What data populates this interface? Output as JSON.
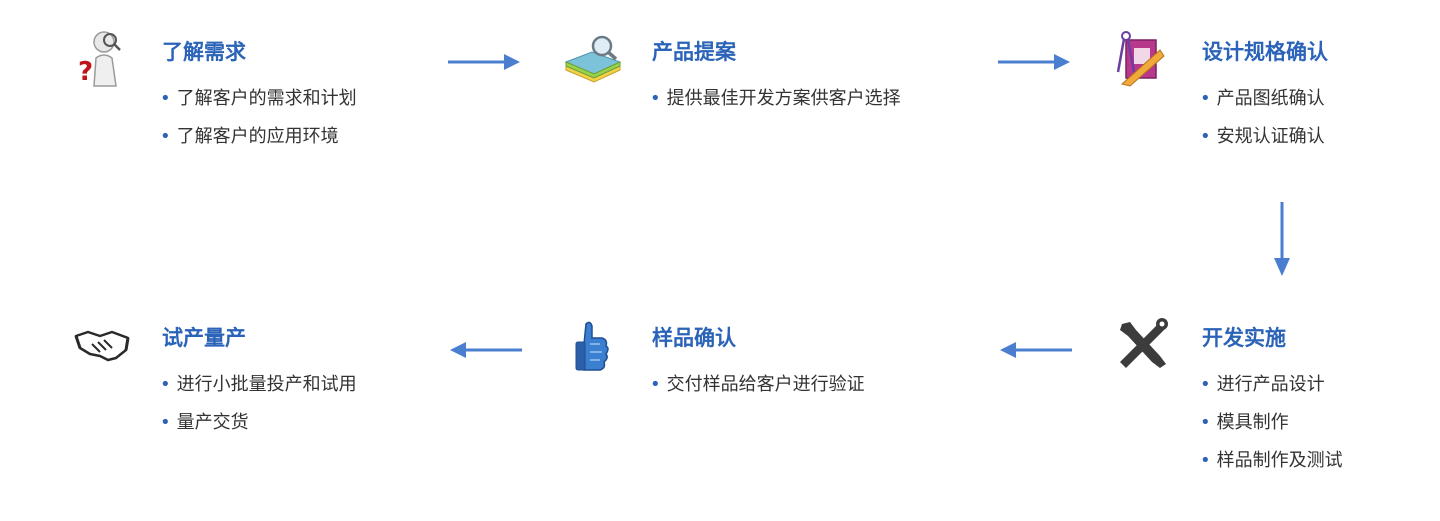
{
  "accent_color": "#2a63b8",
  "arrow_color": "#4a7fd0",
  "steps": [
    {
      "title": "了解需求",
      "icon": "person-question-icon",
      "items": [
        "了解客户的需求和计划",
        "了解客户的应用环境"
      ]
    },
    {
      "title": "产品提案",
      "icon": "books-magnifier-icon",
      "items": [
        "提供最佳开发方案供客户选择"
      ]
    },
    {
      "title": "设计规格确认",
      "icon": "drafting-tools-icon",
      "items": [
        "产品图纸确认",
        "安规认证确认"
      ]
    },
    {
      "title": "开发实施",
      "icon": "tools-icon",
      "items": [
        "进行产品设计",
        "模具制作",
        "样品制作及测试"
      ]
    },
    {
      "title": "样品确认",
      "icon": "thumbs-up-icon",
      "items": [
        "交付样品给客户进行验证"
      ]
    },
    {
      "title": "试产量产",
      "icon": "handshake-icon",
      "items": [
        "进行小批量投产和试用",
        "量产交货"
      ]
    }
  ]
}
